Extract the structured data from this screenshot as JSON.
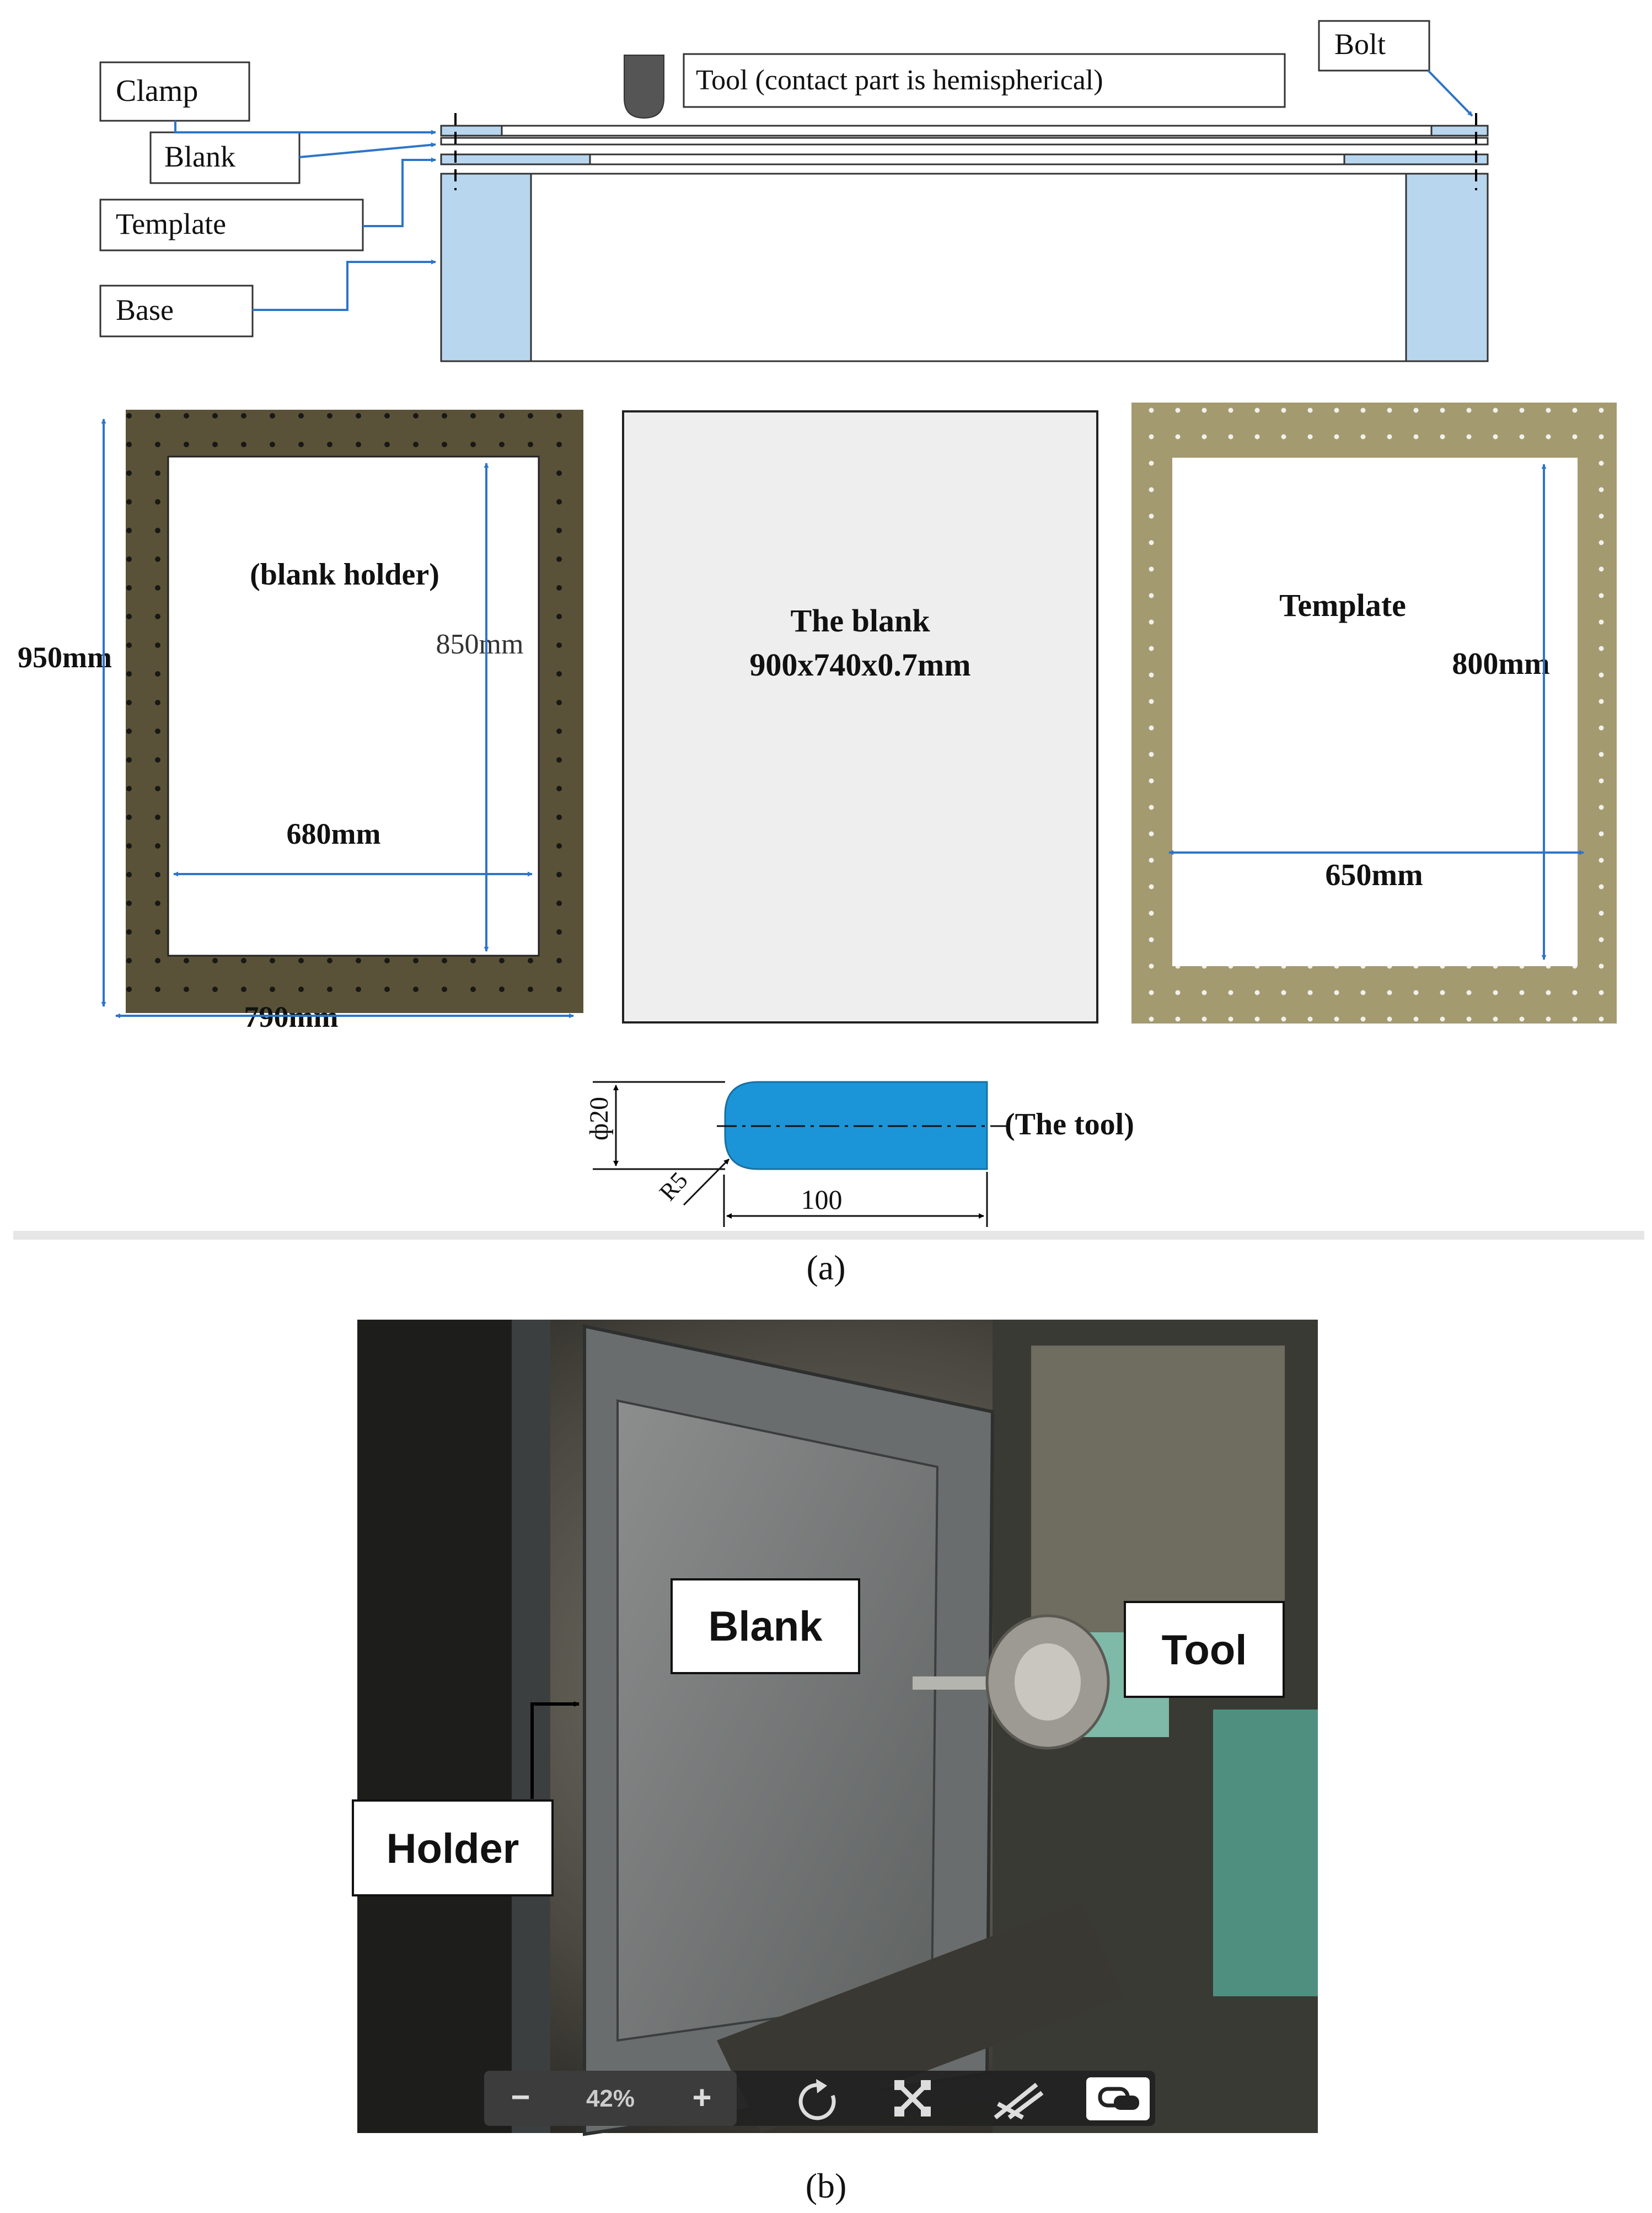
{
  "assembly": {
    "labels": {
      "clamp": "Clamp",
      "blank": "Blank",
      "template": "Template",
      "base": "Base",
      "bolt": "Bolt",
      "tool": "Tool (contact part is hemispherical)"
    }
  },
  "holder_plate": {
    "title": "(blank holder)",
    "outer_height": "950mm",
    "outer_width": "790mm",
    "inner_height": "850mm",
    "inner_width": "680mm"
  },
  "blank_plate": {
    "title": "The blank",
    "size": "900x740x0.7mm"
  },
  "template_plate": {
    "title": "Template",
    "inner_height": "800mm",
    "inner_width": "650mm"
  },
  "tool_drawing": {
    "diameter": "ф20",
    "radius": "R5",
    "length": "100",
    "label": "(The tool)"
  },
  "captions": {
    "a": "(a)",
    "b": "(b)"
  },
  "photo": {
    "labels": {
      "blank": "Blank",
      "tool": "Tool",
      "holder": "Holder"
    },
    "toolbar": {
      "zoom_out": "−",
      "zoom_level": "42%",
      "zoom_in": "+"
    }
  },
  "colors": {
    "arrow_blue": "#2e75c8",
    "part_blue": "#b8d6ee",
    "holder_brown": "#5a5238",
    "template_tan": "#a49a70",
    "blank_gray": "#eeeeee",
    "tool_blue": "#1b95d8"
  }
}
